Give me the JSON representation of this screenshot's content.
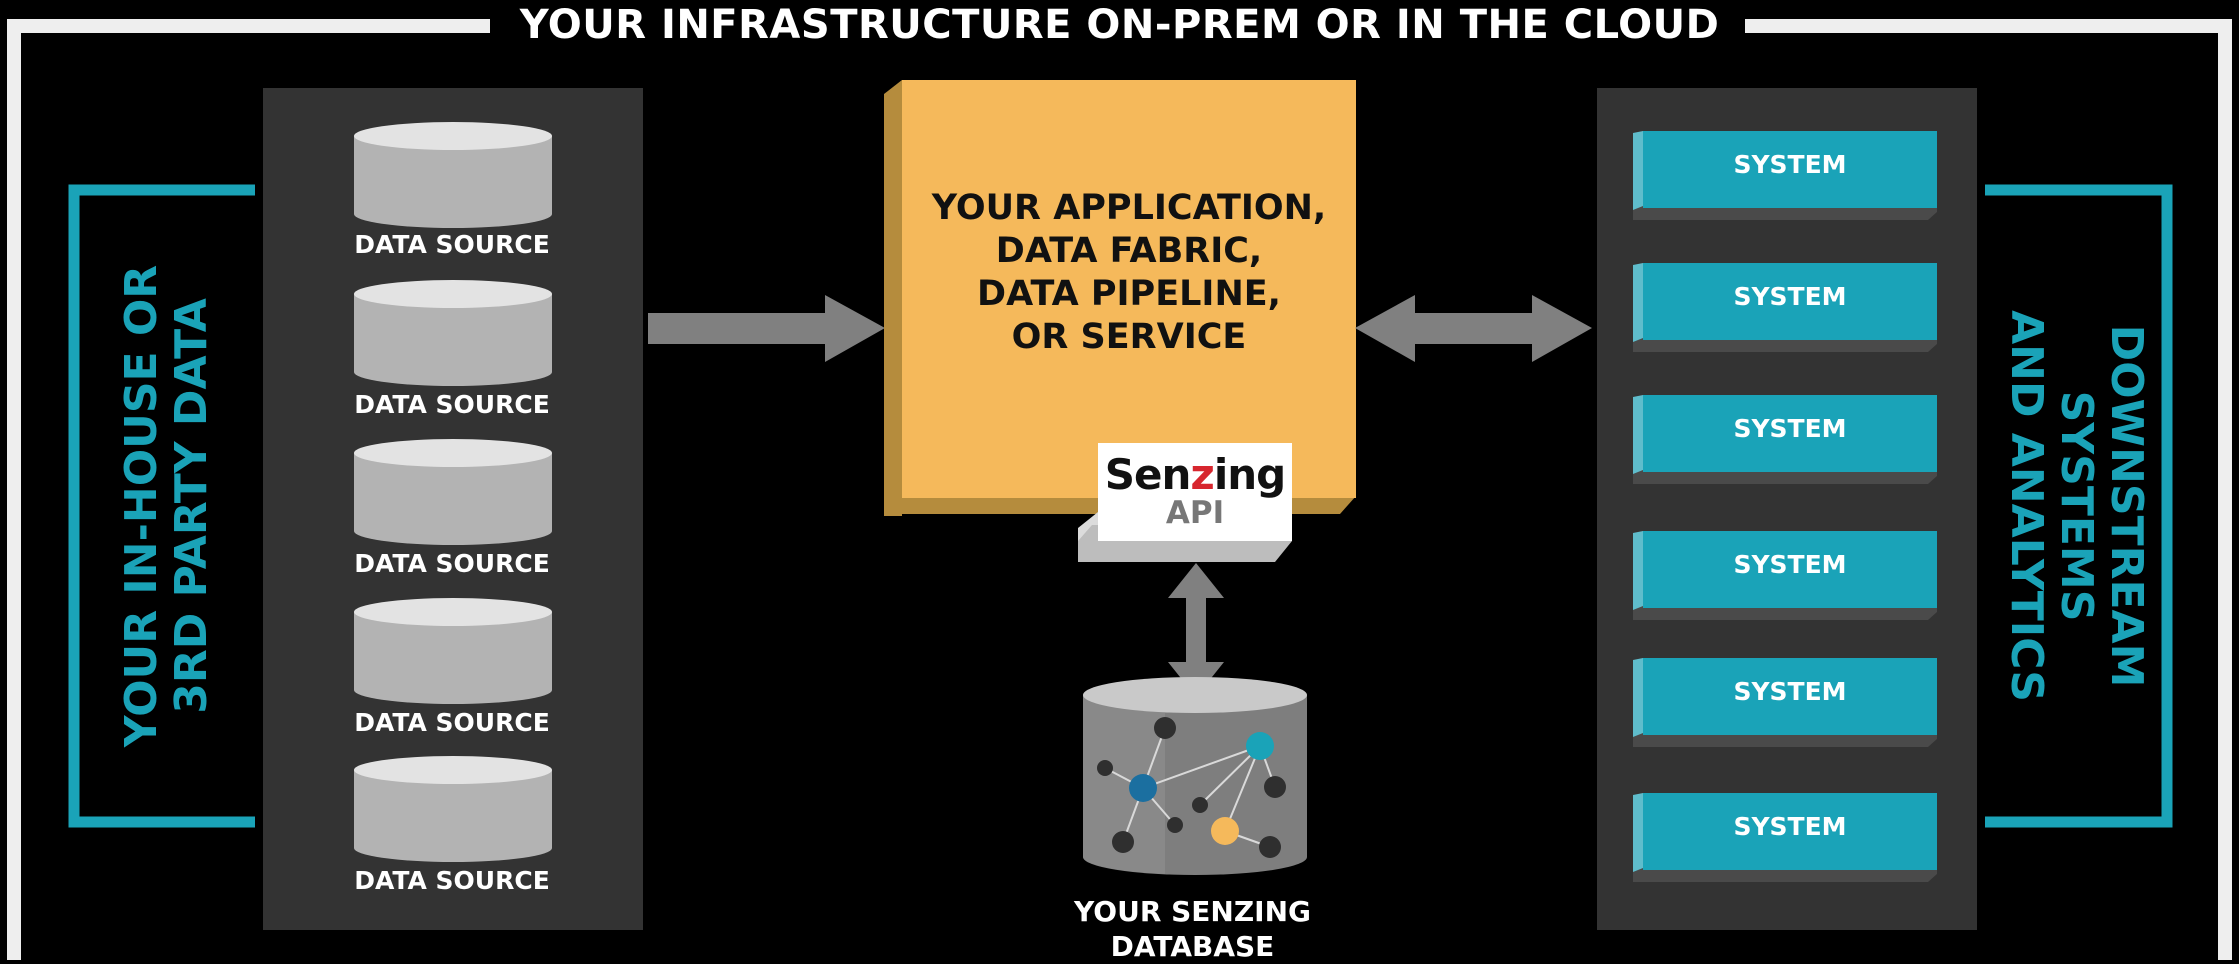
{
  "title": "YOUR INFRASTRUCTURE ON-PREM OR IN THE CLOUD",
  "left_bracket_text": "YOUR IN-HOUSE OR\n3RD PARTY DATA",
  "right_bracket_text": "DOWNSTREAM SYSTEMS\nAND ANALYTICS",
  "data_sources": [
    "DATA SOURCE",
    "DATA SOURCE",
    "DATA SOURCE",
    "DATA SOURCE",
    "DATA SOURCE"
  ],
  "application_text": "YOUR APPLICATION,\nDATA FABRIC,\nDATA PIPELINE,\nOR SERVICE",
  "api_badge": {
    "brand_prefix": "Sen",
    "brand_highlight": "z",
    "brand_suffix": "ing",
    "label": "API"
  },
  "database_label": "YOUR SENZING\nDATABASE",
  "systems": [
    "SYSTEM",
    "SYSTEM",
    "SYSTEM",
    "SYSTEM",
    "SYSTEM",
    "SYSTEM"
  ],
  "colors": {
    "teal": "#1aa3b8",
    "app_orange": "#f5b95b",
    "panel": "#333333",
    "arrow": "#808080"
  }
}
